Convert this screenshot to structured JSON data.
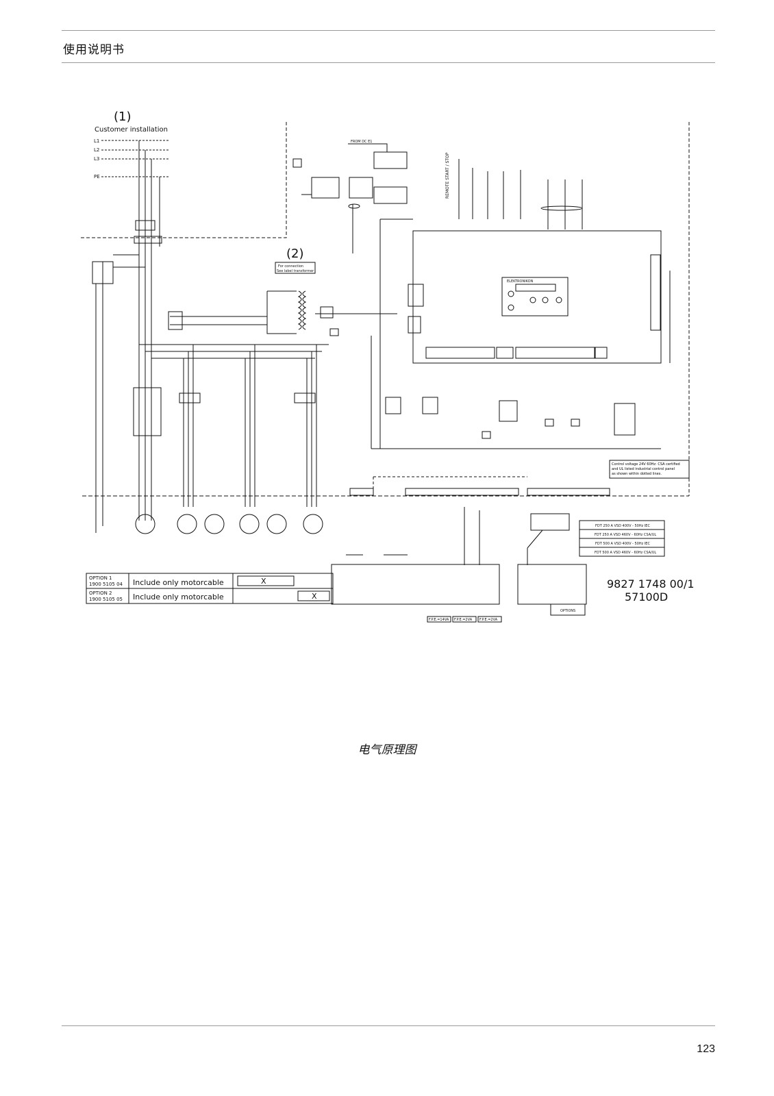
{
  "header": {
    "title": "使用说明书"
  },
  "diagram": {
    "label_1": "(1)",
    "label_2": "(2)",
    "customer_installation": "Customer installation",
    "phases": [
      "L1",
      "L2",
      "L3",
      "PE"
    ],
    "transformer_note_1": "For connection",
    "transformer_note_2": "See label transformer",
    "from_label": "FROM DC E1",
    "remote_label": "REMOTE START / STOP",
    "controller_brand": "ELEKTRONIKON",
    "control_note": [
      "Control voltage 24V 60Hz: CSA certified",
      "and UL listed industrial control panel",
      "as shown within dotted lines."
    ],
    "vsd_table": [
      "FDT 250 A VSD 400V - 50Hz IEC",
      "FDT 250 A VSD 460V - 60Hz CSA/UL",
      "FDT 500 A VSD 400V - 50Hz IEC",
      "FDT 500 A VSD 460V - 60Hz CSA/UL"
    ],
    "options": [
      {
        "name": "OPTION 1",
        "code": "1900 5105 04",
        "desc": "Include only motorcable",
        "mark": "X"
      },
      {
        "name": "OPTION 2",
        "code": "1900 5105 05",
        "desc": "Include only motorcable",
        "mark": "X"
      }
    ],
    "fpe_labels": [
      "F.P.E.=14VA",
      "F.P.E.=2VA",
      "F.P.E.=2VA"
    ],
    "option_label": "OPTIONS",
    "doc_number": "9827 1748 00/1",
    "drawing_number": "57100D"
  },
  "caption": "电气原理图",
  "page_number": "123"
}
